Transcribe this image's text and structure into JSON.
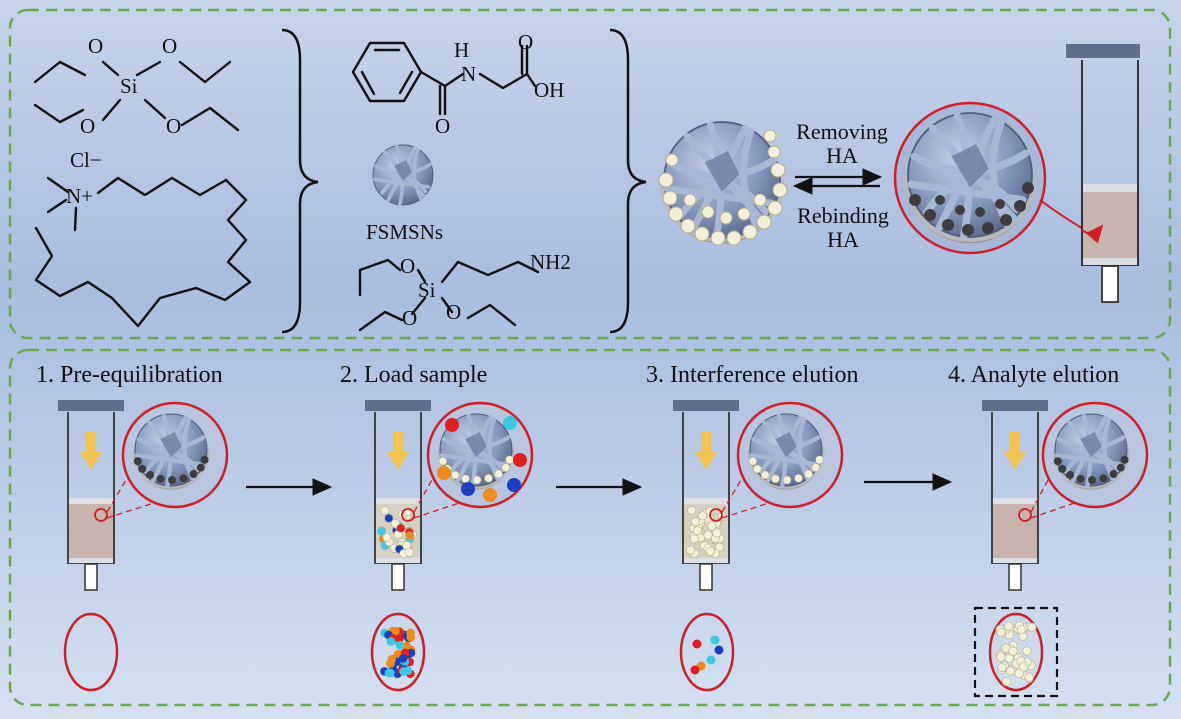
{
  "top_panel": {
    "cl_label": "Cl−",
    "si_label": "Si",
    "n_label": "N+",
    "o_label": "O",
    "h_label": "H",
    "n2_label": "N",
    "oh_label": "OH",
    "nh2_label": "NH2",
    "fsmsns_label": "FSMSNs",
    "removing": "Removing",
    "removing_ha": "HA",
    "rebinding": "Rebinding",
    "rebinding_ha": "HA"
  },
  "steps": [
    {
      "label": "1. Pre-equilibration"
    },
    {
      "label": "2. Load sample"
    },
    {
      "label": "3. Interference elution"
    },
    {
      "label": "4. Analyte elution"
    }
  ],
  "colors": {
    "frame_dash": "#6aa84f",
    "red_ring": "#d01f24",
    "sorbent": "#c9b4ad",
    "plunger": "#5d6f8a",
    "arrow_yellow": "#f1c24f",
    "bead": "#f3f0d9",
    "sphere": "#8fa3c6"
  }
}
